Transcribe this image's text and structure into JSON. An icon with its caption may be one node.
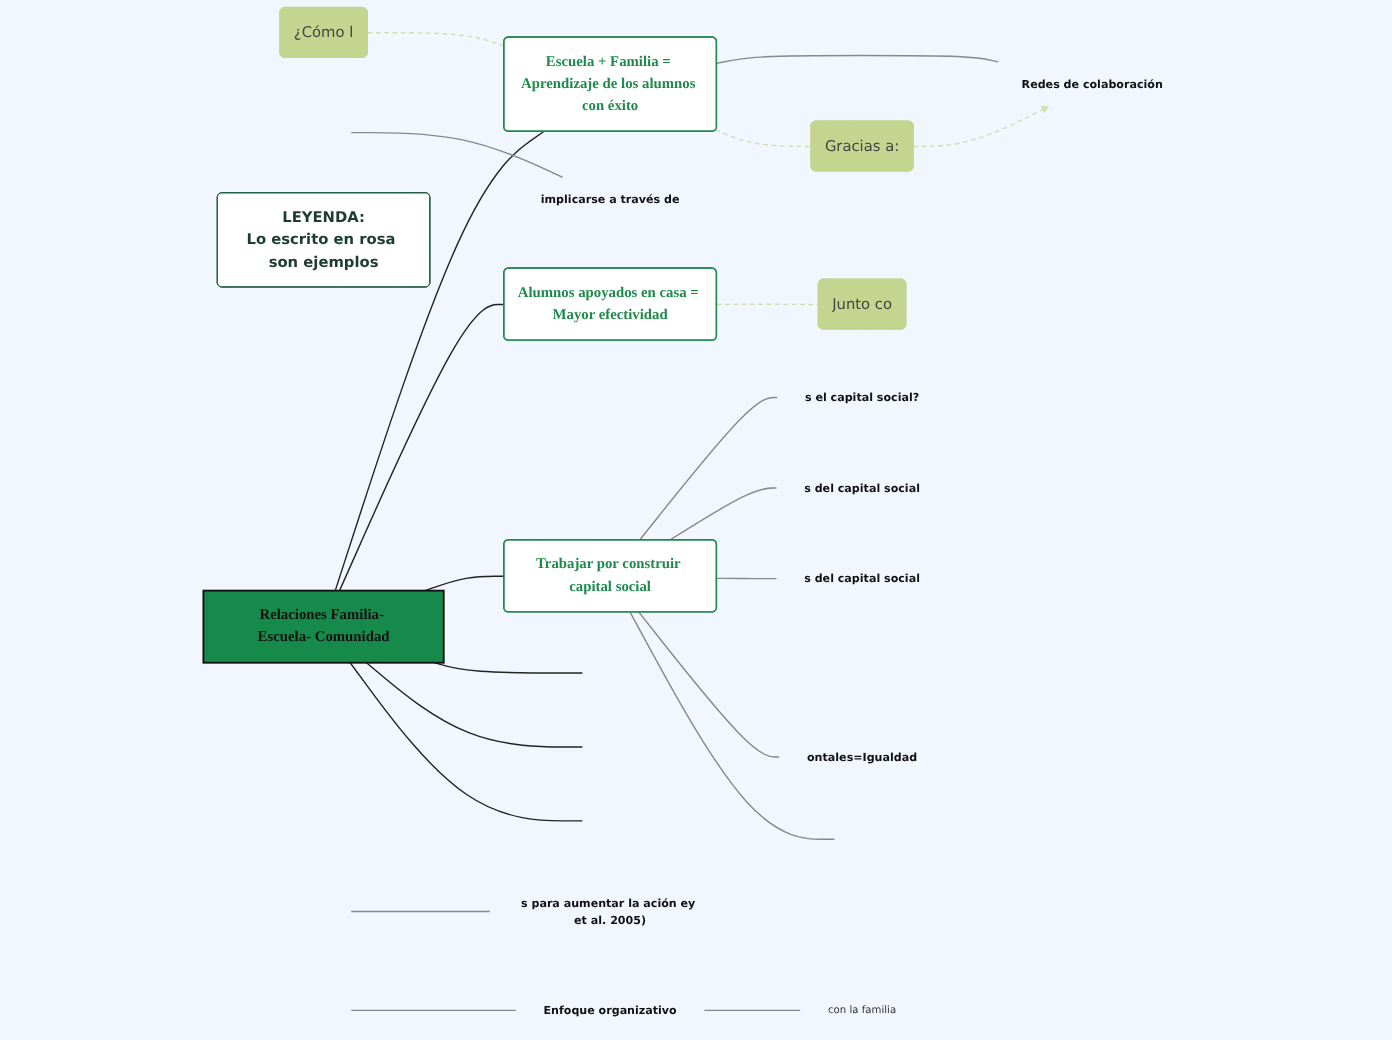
{
  "diagram": {
    "nodes": [
      {
        "text": [
          "Relaciones Familia- Escuela- Comunidad"
        ]
      },
      {
        "text": [
          "Escuela + Familia = Aprendizaje de los alumnos con éxito"
        ]
      },
      {
        "text": [
          "Redes de colaboración"
        ]
      },
      {
        "text": [
          "Gracias a:"
        ]
      },
      {
        "text": [
          "¿Cómo l"
        ]
      },
      {
        "text": [
          "Alumnos apoyados en casa = Mayor efectividad"
        ]
      },
      {
        "text": [
          "Junto co"
        ]
      },
      {
        "text": [
          "Trabajar por construir capital social"
        ]
      },
      {
        "text": [
          "s el capital social?"
        ]
      },
      {
        "text": [
          "s del capital social"
        ]
      },
      {
        "text": [
          "s del capital social"
        ]
      },
      {
        "text": [
          "ontales=Igualdad"
        ]
      },
      {
        "text": [
          "LEYENDA:",
          "Lo escrito en rosa son ejemplos"
        ]
      },
      {
        "text": [
          "implicarse a través de"
        ]
      },
      {
        "text": [
          "s para aumentar la ación ey et al. 2005)"
        ]
      },
      {
        "text": [
          "Enfoque organizativo"
        ]
      },
      {
        "text": [
          "con la familia"
        ]
      }
    ],
    "edges": [
      {
        "from": 0,
        "to": 1,
        "arrow": "none",
        "color": "#222222"
      },
      {
        "from": 1,
        "to": 2,
        "arrow": "none"
      },
      {
        "from": 4,
        "to": 1,
        "arrow": "none",
        "style": "dashed",
        "color": "#d4dcb0"
      },
      {
        "from": 1,
        "to": 3,
        "arrow": "none",
        "style": "dashed",
        "color": "#d4dcb0"
      },
      {
        "from": 3,
        "to": 2,
        "arrow": "to",
        "style": "dashed",
        "color": "#d4dcb0"
      },
      {
        "from": 0,
        "to": 5,
        "arrow": "none",
        "color": "#222222"
      },
      {
        "from": 5,
        "to": 6,
        "arrow": "none",
        "style": "dashed",
        "color": "#d4dcb0"
      },
      {
        "from": 0,
        "to": 7,
        "arrow": "none",
        "color": "#222222"
      },
      {
        "from": 7,
        "to": 8,
        "arrow": "none"
      },
      {
        "from": 7,
        "to": 9,
        "arrow": "none"
      },
      {
        "from": 7,
        "to": 10,
        "arrow": "none"
      },
      {
        "from": 7,
        "to": 11,
        "arrow": "none"
      },
      {
        "from": 7,
        "to": null,
        "arrow": "none"
      },
      {
        "from": 0,
        "to": null,
        "arrow": "none",
        "color": "#222222"
      },
      {
        "from": 0,
        "to": null,
        "arrow": "none",
        "color": "#222222"
      },
      {
        "from": 0,
        "to": null,
        "arrow": "none",
        "color": "#222222"
      },
      {
        "from": null,
        "to": 13,
        "arrow": "none"
      },
      {
        "from": null,
        "to": 14,
        "arrow": "none"
      },
      {
        "from": null,
        "to": 15,
        "arrow": "none"
      },
      {
        "from": 15,
        "to": 16,
        "arrow": "none"
      }
    ]
  }
}
